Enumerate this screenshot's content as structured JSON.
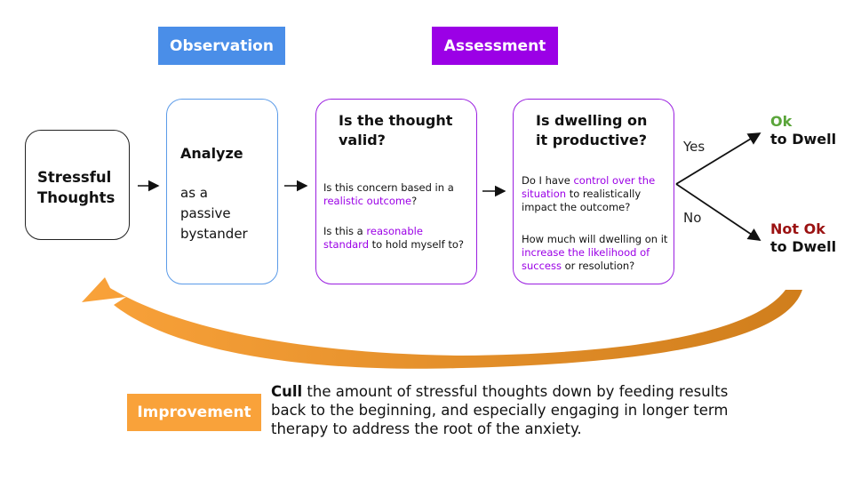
{
  "tags": {
    "observation": "Observation",
    "assessment": "Assessment",
    "improvement": "Improvement"
  },
  "stressful": {
    "line1": "Stressful",
    "line2": "Thoughts"
  },
  "analyze": {
    "title": "Analyze",
    "line1": "as a",
    "line2": "passive",
    "line3": "bystander"
  },
  "valid": {
    "title": "Is the thought valid?",
    "q1_pre": "Is this concern based in a ",
    "q1_hl": "realistic outcome",
    "q1_post": "?",
    "q2_pre": "Is this a ",
    "q2_hl": "reasonable standard",
    "q2_post": " to hold myself to?"
  },
  "dwelling": {
    "title": "Is dwelling on it productive?",
    "q1_pre": "Do I have ",
    "q1_hl": "control over the situation",
    "q1_post": " to realistically impact the outcome?",
    "q2_pre": "How much will dwelling on it ",
    "q2_hl": "increase the likelihood of success",
    "q2_post": " or resolution?"
  },
  "branches": {
    "yes": "Yes",
    "no": "No"
  },
  "outcomes": {
    "ok_word": "Ok",
    "ok_rest": "to Dwell",
    "notok_word": "Not Ok",
    "notok_rest": "to Dwell"
  },
  "improvement_text": {
    "bold": "Cull",
    "rest": " the amount of stressful thoughts down by feeding results back to the beginning, and especially engaging in longer term therapy to address the root of the anxiety."
  },
  "colors": {
    "observation": "#4a8ee8",
    "assessment": "#9b00e6",
    "improvement": "#f9a23a",
    "ok": "#5aa53a",
    "not_ok": "#9b1212"
  }
}
